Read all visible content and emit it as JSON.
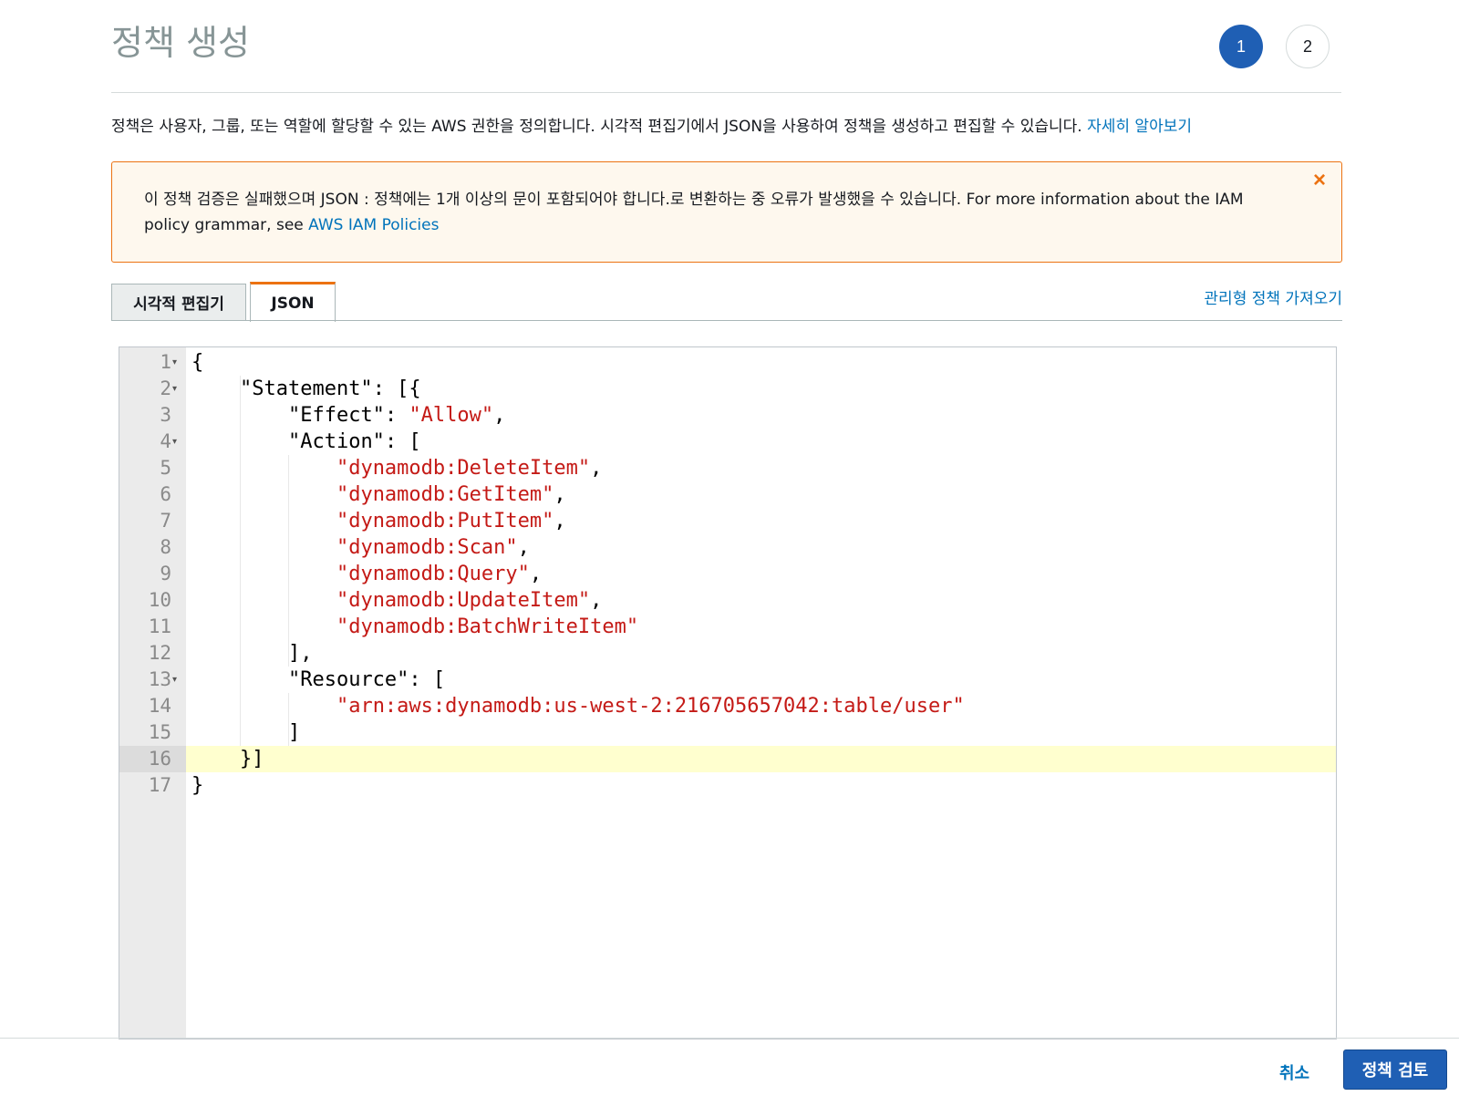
{
  "header": {
    "title": "정책 생성",
    "steps": [
      "1",
      "2"
    ]
  },
  "description": {
    "text": "정책은 사용자, 그룹, 또는 역할에 할당할 수 있는 AWS 권한을 정의합니다. 시각적 편집기에서 JSON을 사용하여 정책을 생성하고 편집할 수 있습니다.",
    "link": "자세히 알아보기"
  },
  "alert": {
    "text": "이 정책 검증은 실패했으며 JSON : 정책에는 1개 이상의 문이 포함되어야 합니다.로 변환하는 중 오류가 발생했을 수 있습니다. For more information about the IAM policy grammar, see",
    "link": "AWS IAM Policies",
    "close_icon": "×"
  },
  "tabs": {
    "visual": "시각적 편집기",
    "json": "JSON",
    "import_link": "관리형 정책 가져오기"
  },
  "editor": {
    "lines": [
      "{",
      "    \"Statement\": [{",
      "        \"Effect\": \"Allow\",",
      "        \"Action\": [",
      "            \"dynamodb:DeleteItem\",",
      "            \"dynamodb:GetItem\",",
      "            \"dynamodb:PutItem\",",
      "            \"dynamodb:Scan\",",
      "            \"dynamodb:Query\",",
      "            \"dynamodb:UpdateItem\",",
      "            \"dynamodb:BatchWriteItem\"",
      "        ],",
      "        \"Resource\": [",
      "            \"arn:aws:dynamodb:us-west-2:216705657042:table/user\"",
      "        ]",
      "    }]",
      "}"
    ],
    "active_line": 16,
    "fold_lines": [
      1,
      2,
      4,
      13
    ]
  },
  "footer": {
    "cancel": "취소",
    "review": "정책 검토"
  },
  "colors": {
    "primary": "#1f5fb4",
    "link": "#0073bb",
    "warning": "#ec7211",
    "string": "#c41a16"
  }
}
